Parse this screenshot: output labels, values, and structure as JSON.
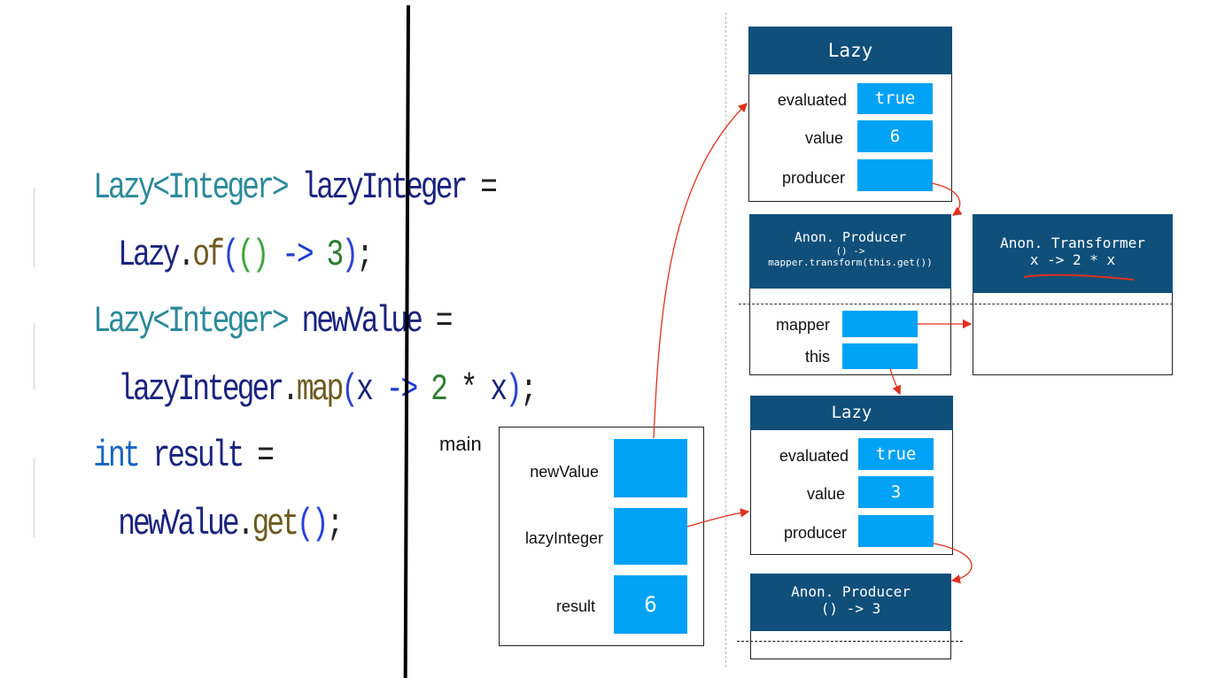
{
  "code": {
    "line1": {
      "type": "Lazy<Integer>",
      "var": " lazyInteger",
      "op": " ="
    },
    "line2": {
      "obj": "Lazy",
      "dot": ".",
      "fn": "of",
      "p1": "(",
      "p2": "(",
      "p2c": ")",
      "arrow": " ->",
      "num": " 3",
      "p1c": ")",
      "semi": ";"
    },
    "line3": {
      "type": "Lazy<Integer>",
      "var": " newValue",
      "op": " ="
    },
    "line4": {
      "obj": "lazyInteger",
      "dot": ".",
      "fn": "map",
      "p1": "(",
      "x": "x",
      "arrow": " ->",
      "num": " 2",
      "mul": " *",
      "x2": " x",
      "p1c": ")",
      "semi": ";"
    },
    "line5": {
      "kw": "int",
      "var": " result",
      "op": " ="
    },
    "line6": {
      "obj": "newValue",
      "dot": ".",
      "fn": "get",
      "p1": "(",
      "p1c": ")",
      "semi": ";"
    }
  },
  "diagram": {
    "main": {
      "label": "main",
      "fields": [
        {
          "name": "newValue",
          "value": ""
        },
        {
          "name": "lazyInteger",
          "value": ""
        },
        {
          "name": "result",
          "value": "6"
        }
      ]
    },
    "lazy_top": {
      "title": "Lazy",
      "fields": [
        {
          "name": "evaluated",
          "value": "true"
        },
        {
          "name": "value",
          "value": "6"
        },
        {
          "name": "producer",
          "value": ""
        }
      ]
    },
    "anon_producer_top": {
      "title": "Anon. Producer",
      "line2": "() ->",
      "line3": "mapper.transform(this.get())",
      "fields": [
        {
          "name": "mapper",
          "value": ""
        },
        {
          "name": "this",
          "value": ""
        }
      ]
    },
    "anon_transformer": {
      "title": "Anon. Transformer",
      "line2": "x -> 2 * x"
    },
    "lazy_bottom": {
      "title": "Lazy",
      "fields": [
        {
          "name": "evaluated",
          "value": "true"
        },
        {
          "name": "value",
          "value": "3"
        },
        {
          "name": "producer",
          "value": ""
        }
      ]
    },
    "anon_producer_bottom": {
      "title": "Anon. Producer",
      "line2": "() -> 3"
    }
  },
  "colors": {
    "header": "#0f4f7a",
    "cell": "#00a2f5",
    "arrow": "#e0301e"
  }
}
